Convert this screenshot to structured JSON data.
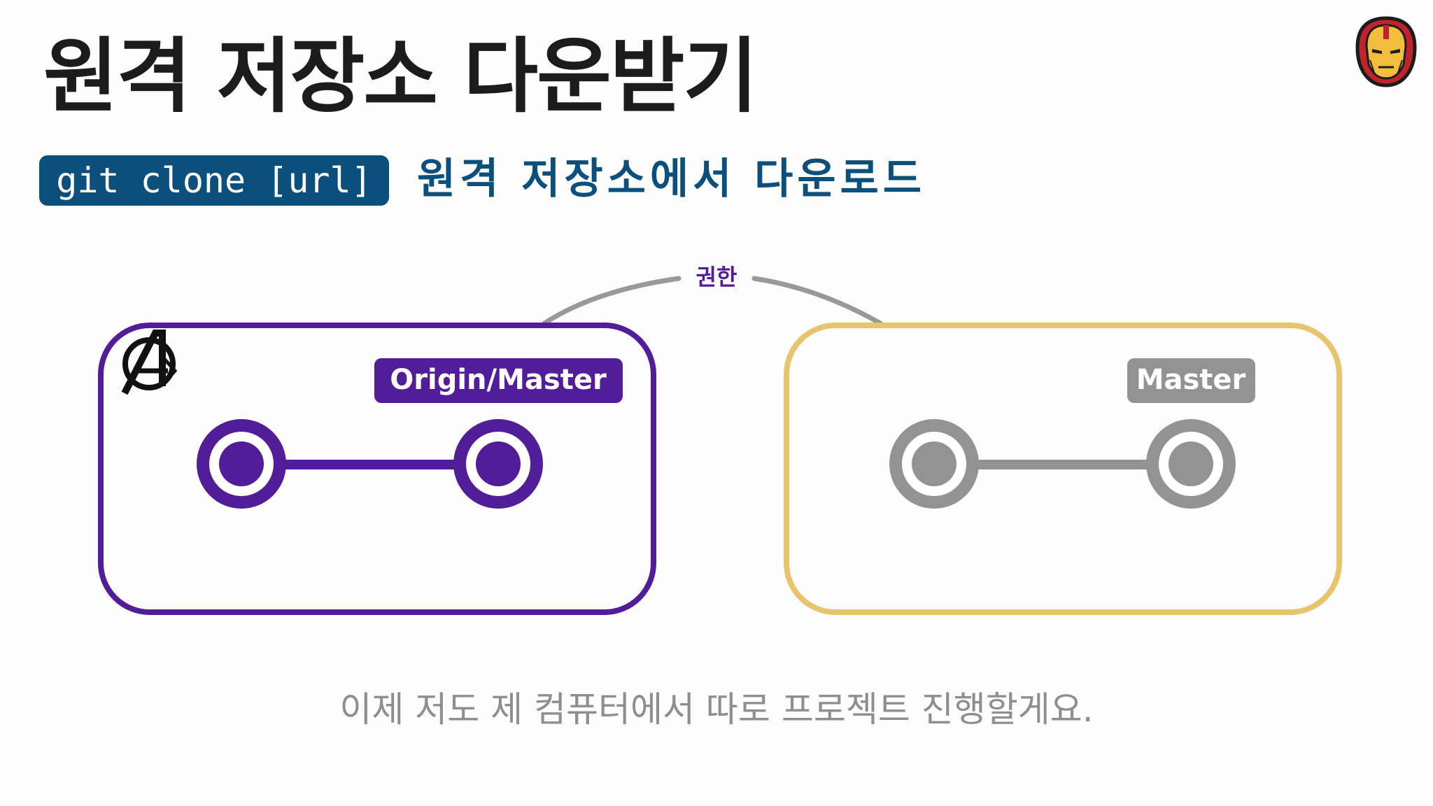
{
  "slide": {
    "title": "원격 저장소 다운받기",
    "command": "git clone [url]",
    "command_description": "원격 저장소에서 다운로드",
    "subtitle": "이제 저도 제 컴퓨터에서 따로 프로젝트 진행할게요."
  },
  "diagram": {
    "permission_label": "권한",
    "left_repo": {
      "branch_label": "Origin/Master",
      "icon": "avengers-logo-icon",
      "color": "#521d98"
    },
    "right_repo": {
      "branch_label": "Master",
      "color": "#e8c56d",
      "commit_color": "#939393"
    },
    "connector_color": "#999999"
  },
  "avatar": {
    "icon": "iron-man-icon",
    "colors": {
      "outline": "#1c1c1c",
      "helmet": "#c0232b",
      "face": "#f3bd3d"
    }
  }
}
